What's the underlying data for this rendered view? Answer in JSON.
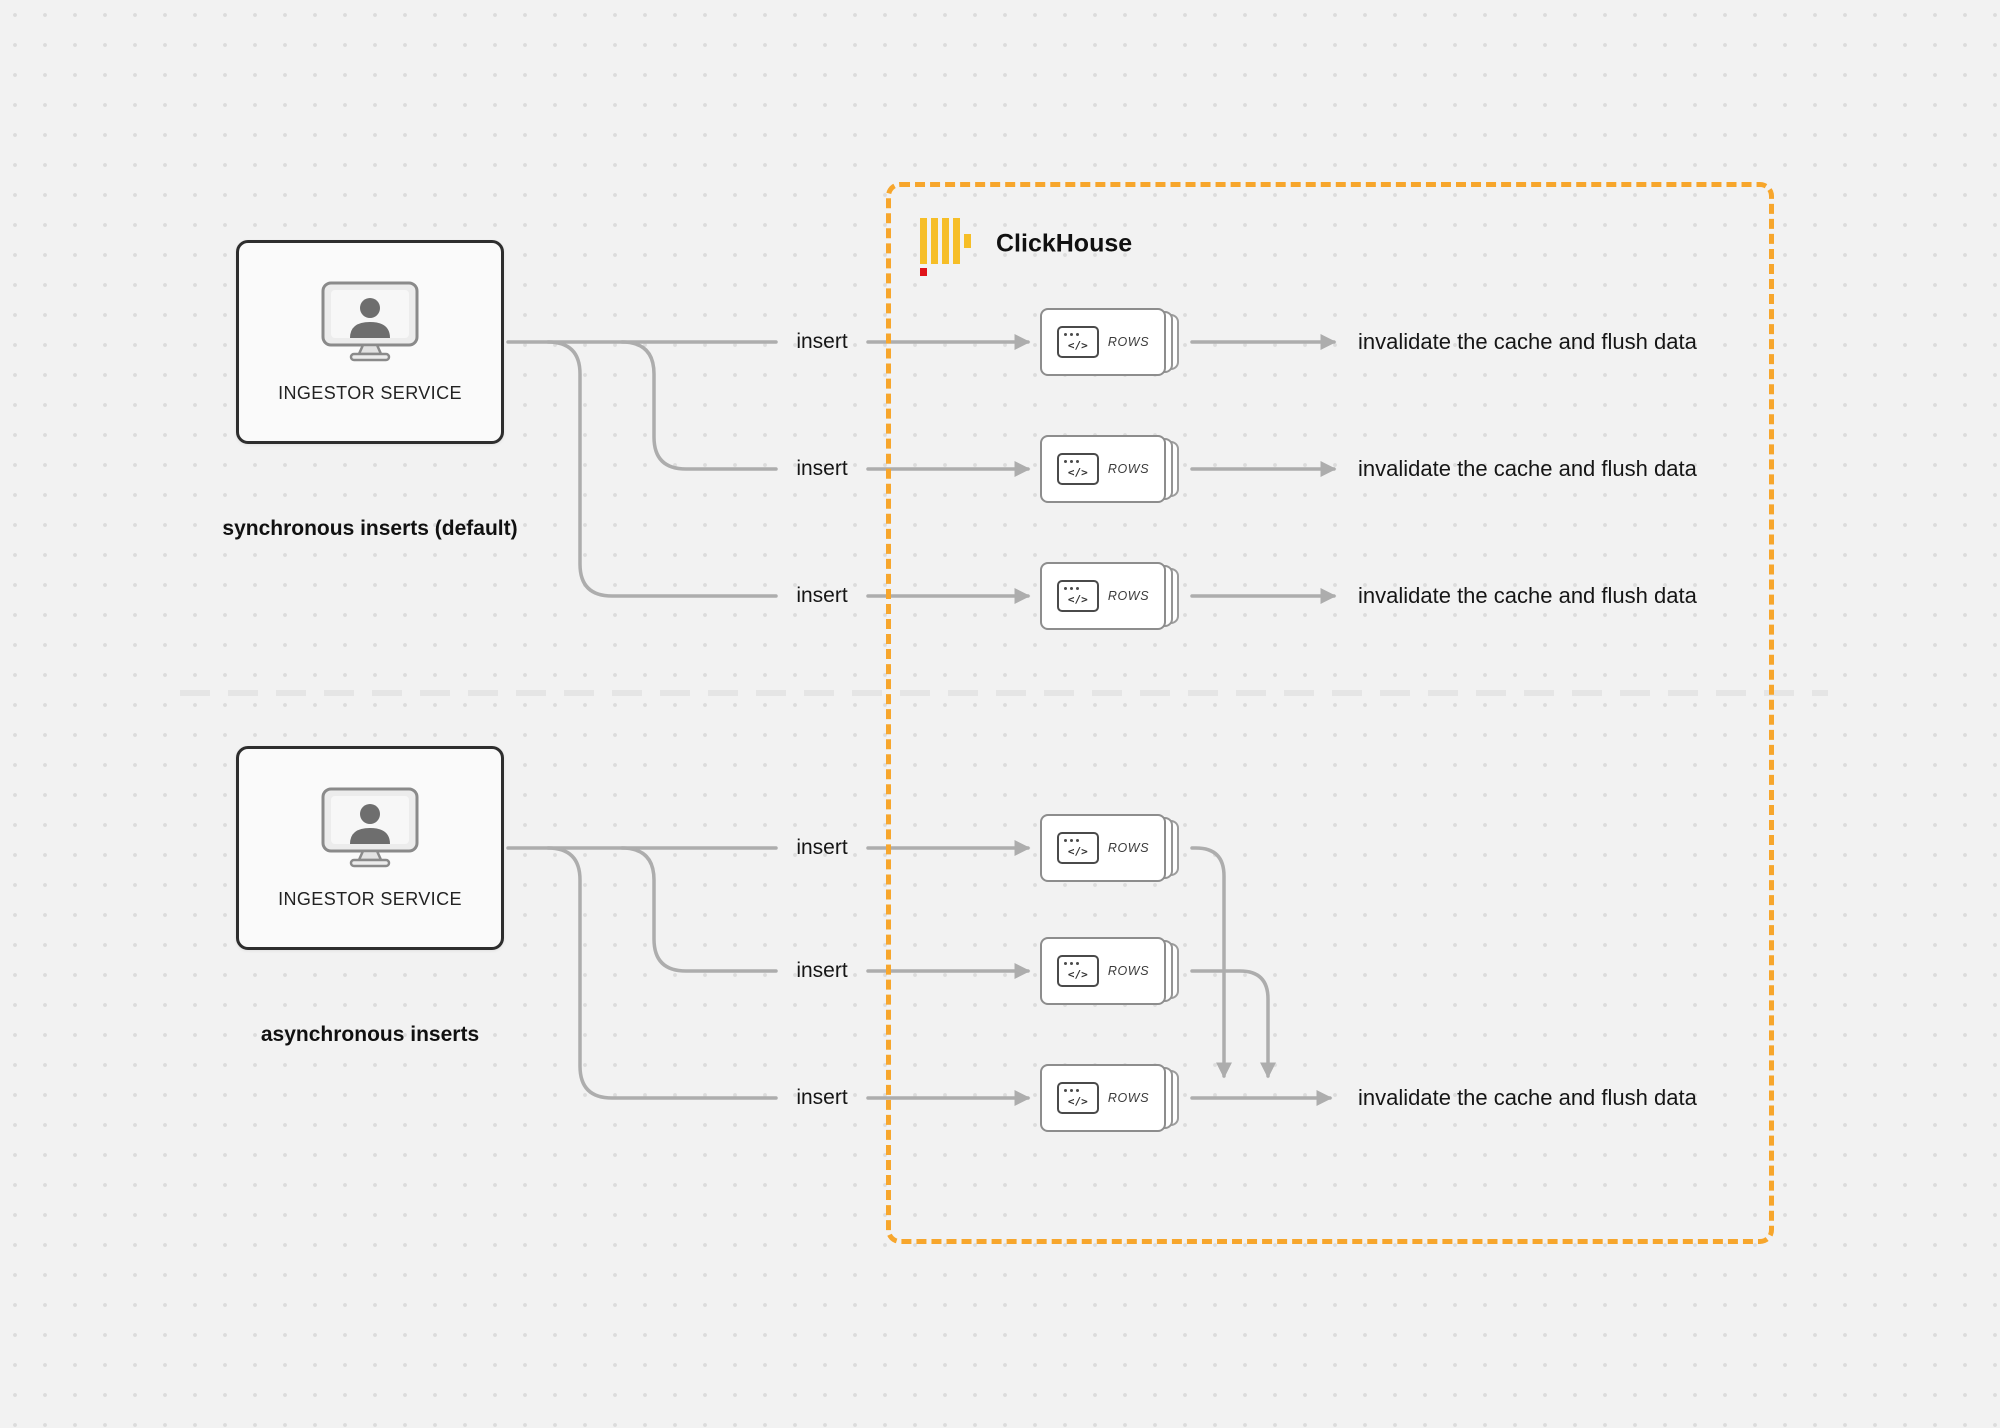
{
  "diagram": {
    "clickhouse_label": "ClickHouse",
    "sync": {
      "ingestor_label": "INGESTOR SERVICE",
      "caption": "synchronous inserts (default)",
      "rows": [
        {
          "insert": "insert",
          "card": "ROWS",
          "code_glyph": "</>",
          "result": "invalidate the cache and flush data"
        },
        {
          "insert": "insert",
          "card": "ROWS",
          "code_glyph": "</>",
          "result": "invalidate the cache and flush data"
        },
        {
          "insert": "insert",
          "card": "ROWS",
          "code_glyph": "</>",
          "result": "invalidate the cache and flush data"
        }
      ]
    },
    "async": {
      "ingestor_label": "INGESTOR SERVICE",
      "caption": "asynchronous inserts",
      "rows": [
        {
          "insert": "insert",
          "card": "ROWS",
          "code_glyph": "</>"
        },
        {
          "insert": "insert",
          "card": "ROWS",
          "code_glyph": "</>"
        },
        {
          "insert": "insert",
          "card": "ROWS",
          "code_glyph": "</>"
        }
      ],
      "result": "invalidate the cache and flush data"
    },
    "colors": {
      "clickhouse_border_orange": "#F7A62C",
      "logo_yellow": "#F6BE27",
      "logo_red": "#E0131A",
      "connector_gray": "#ADADAD"
    }
  }
}
